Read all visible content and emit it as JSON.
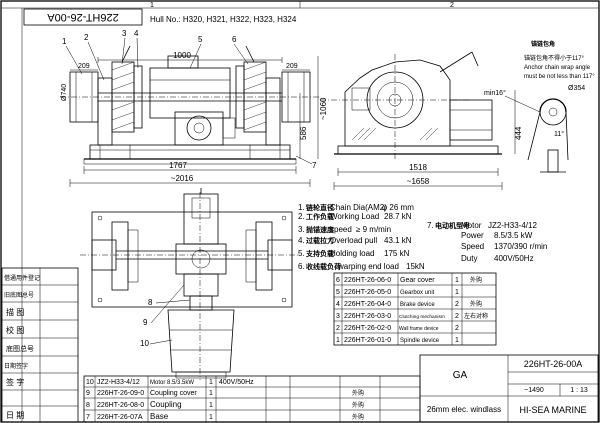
{
  "frame": {
    "zone_top_1": "1",
    "zone_top_2": "2",
    "stamp": "226HT-26-00A",
    "hull_no": "Hull No.: H320, H321, H322, H323, H324"
  },
  "front_view": {
    "leaders": [
      "1",
      "2",
      "3",
      "4",
      "5",
      "6",
      "7"
    ],
    "dims": {
      "d1000": "1000",
      "d209_left": "209",
      "d209_right": "209",
      "phi740": "Ø740",
      "d1060": "~1060",
      "d586": "586",
      "d1767": "1767",
      "d2016": "~2016"
    }
  },
  "side_view": {
    "note_cn": "锚链包角",
    "note_cn2": "锚链包角不得小于117°",
    "note_en1": "Anchor chain wrap angle",
    "note_en2": "must be not less than 117°",
    "dims": {
      "phi354": "Ø354",
      "min16": "min16°",
      "d444": "444",
      "d11": "11°",
      "d1518": "1518",
      "d1658": "~1658"
    }
  },
  "specs": {
    "left": [
      {
        "no": "1.",
        "cn": "链轮直径",
        "en": "Chain Dia(AM2)",
        "value": "φ 26 mm"
      },
      {
        "no": "2.",
        "cn": "工作负载",
        "en": "Working Load",
        "value": "28.7 kN"
      },
      {
        "no": "3.",
        "cn": "抛锚速度",
        "en": "speed",
        "value": "≥ 9  m/min"
      },
      {
        "no": "4.",
        "cn": "过载拉力",
        "en": "Overload pull",
        "value": "43.1 kN"
      },
      {
        "no": "5.",
        "cn": "支持负载",
        "en": "Holding load",
        "value": "175  kN"
      },
      {
        "no": "6.",
        "cn": "收线载负荷",
        "en": "warping end load",
        "value": "15kN"
      }
    ],
    "right": [
      {
        "no": "7.",
        "cn": "电动机型号",
        "en": "Motor",
        "value": "JZ2-H33-4/12"
      },
      {
        "no": "",
        "cn": "",
        "en": "Power",
        "value": "8.5/3.5 kW"
      },
      {
        "no": "",
        "cn": "",
        "en": "Speed",
        "value": "1370/390 r/min"
      },
      {
        "no": "",
        "cn": "",
        "en": "Duty",
        "value": "400V/50Hz"
      }
    ]
  },
  "parts_upper": [
    {
      "no": "6",
      "code": "226HT-26-06-0",
      "name": "Gear cover",
      "qty": "1",
      "note": "外购"
    },
    {
      "no": "5",
      "code": "226HT-26-05-0",
      "name": "Gearbox unit",
      "qty": "1",
      "note": ""
    },
    {
      "no": "4",
      "code": "226HT-26-04-0",
      "name": "Brake device",
      "qty": "2",
      "note": "外购"
    },
    {
      "no": "3",
      "code": "226HT-26-03-0",
      "name": "Clutching mechanism",
      "qty": "2",
      "note": "左右对称"
    },
    {
      "no": "2",
      "code": "226HT-26-02-0",
      "name": "Wall frame device",
      "qty": "2",
      "note": ""
    },
    {
      "no": "1",
      "code": "226HT-26-01-0",
      "name": "Spindle device",
      "qty": "1",
      "note": ""
    }
  ],
  "parts_lower": [
    {
      "no": "10",
      "code": "JZ2-H33-4/12",
      "name": "Motor 8.5/3.5kW",
      "qty": "1",
      "material": "400V/50Hz",
      "note": ""
    },
    {
      "no": "9",
      "code": "226HT-26-09-0",
      "name": "Coupling cover",
      "qty": "1",
      "material": "",
      "note": "外购"
    },
    {
      "no": "8",
      "code": "226HT-26-08-0",
      "name": "Coupling",
      "qty": "1",
      "material": "",
      "note": "外购"
    },
    {
      "no": "7",
      "code": "226HT-26-07A",
      "name": "Base",
      "qty": "1",
      "material": "",
      "note": "外购"
    }
  ],
  "lower_leaders": [
    "8",
    "9",
    "10"
  ],
  "left_strip": [
    "借通用件登记",
    "旧底图总号",
    "描 图",
    "校 图",
    "底图总号",
    "日期签字",
    "签 字",
    "日 期"
  ],
  "title_block": {
    "material": "GA",
    "name": "26mm elec. windlass",
    "drawing_no": "226HT-26-00A",
    "weight": "~1490",
    "scale": "1 : 13",
    "company": "HI-SEA MARINE"
  }
}
